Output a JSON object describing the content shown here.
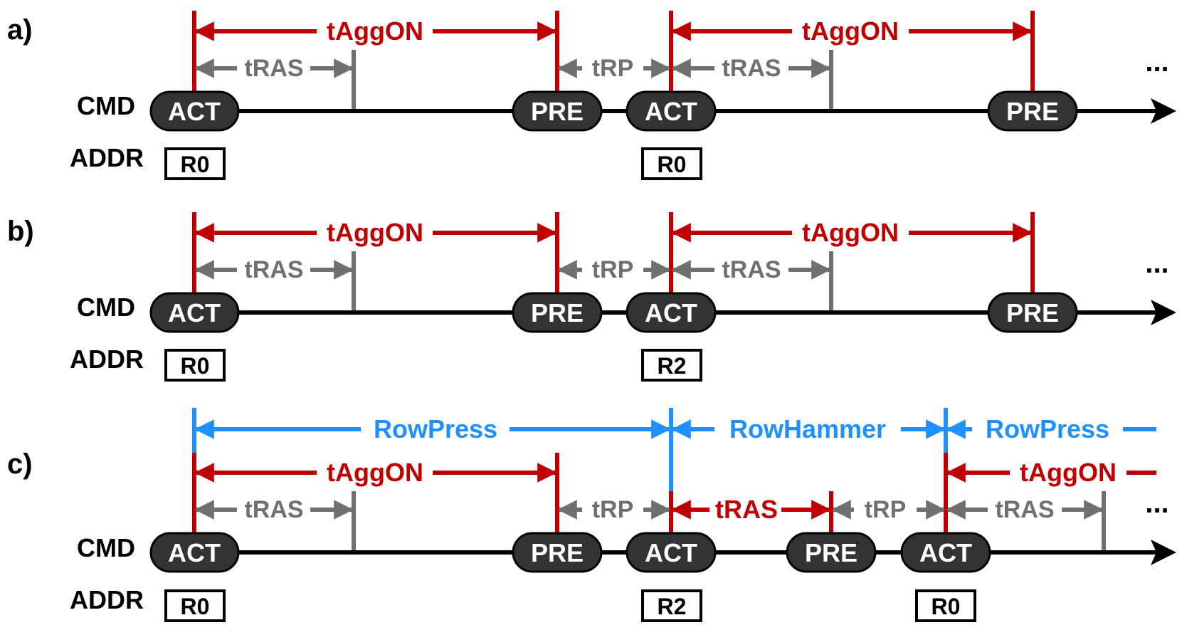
{
  "colors": {
    "red": "#C00000",
    "gray": "#707070",
    "blue": "#1E90FF",
    "pill": "#333333",
    "axis": "#000000"
  },
  "labels": {
    "cmd": "CMD",
    "addr": "ADDR",
    "ellipsis": "..."
  },
  "panels": [
    {
      "id": "a",
      "label": "a)",
      "commands": [
        "ACT",
        "PRE",
        "ACT",
        "PRE"
      ],
      "addresses": [
        "R0",
        "R0"
      ],
      "aggon": [
        "tAggON",
        "tAggON"
      ],
      "tras": [
        "tRAS",
        "tRAS"
      ],
      "trp": [
        "tRP"
      ]
    },
    {
      "id": "b",
      "label": "b)",
      "commands": [
        "ACT",
        "PRE",
        "ACT",
        "PRE"
      ],
      "addresses": [
        "R0",
        "R2"
      ],
      "aggon": [
        "tAggON",
        "tAggON"
      ],
      "tras": [
        "tRAS",
        "tRAS"
      ],
      "trp": [
        "tRP"
      ]
    },
    {
      "id": "c",
      "label": "c)",
      "commands": [
        "ACT",
        "PRE",
        "ACT",
        "PRE",
        "ACT"
      ],
      "addresses": [
        "R0",
        "R2",
        "R0"
      ],
      "aggon": [
        "tAggON",
        "tAggON"
      ],
      "tras": [
        "tRAS",
        "tRAS",
        "tRAS"
      ],
      "trp": [
        "tRP",
        "tRP"
      ],
      "phases": [
        "RowPress",
        "RowHammer",
        "RowPress"
      ]
    }
  ]
}
